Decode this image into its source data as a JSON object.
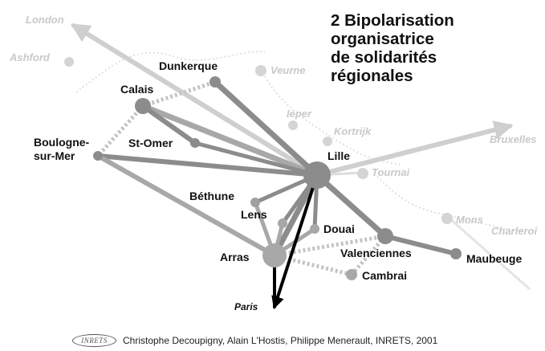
{
  "title": {
    "lines": [
      "2 Bipolarisation",
      "organisatrice",
      "de solidarités",
      "régionales"
    ]
  },
  "cities": {
    "lille": "Lille",
    "dunkerque": "Dunkerque",
    "calais": "Calais",
    "boulogne_1": "Boulogne-",
    "boulogne_2": "sur-Mer",
    "st_omer": "St-Omer",
    "bethune": "Béthune",
    "lens": "Lens",
    "douai": "Douai",
    "arras": "Arras",
    "valenciennes": "Valenciennes",
    "cambrai": "Cambrai",
    "maubeuge": "Maubeuge",
    "paris": "Paris"
  },
  "faint_places": {
    "london": "London",
    "ashford": "Ashford",
    "veurne": "Veurne",
    "ieper": "Ieper",
    "kortrijk": "Kortrijk",
    "bruxelles": "Bruxelles",
    "tournai": "Tournai",
    "mons": "Mons",
    "charleroi": "Charleroi"
  },
  "footer": {
    "logo": "INRETS",
    "credit": "Christophe Decoupigny, Alain L'Hostis, Philippe Menerault, INRETS, 2001"
  },
  "colors": {
    "strong_link": "#8c8c8c",
    "medium_link": "#a8a8a8",
    "pale_link": "#cfcfcf",
    "faint": "#d0d0d0",
    "black_link": "#000000"
  }
}
